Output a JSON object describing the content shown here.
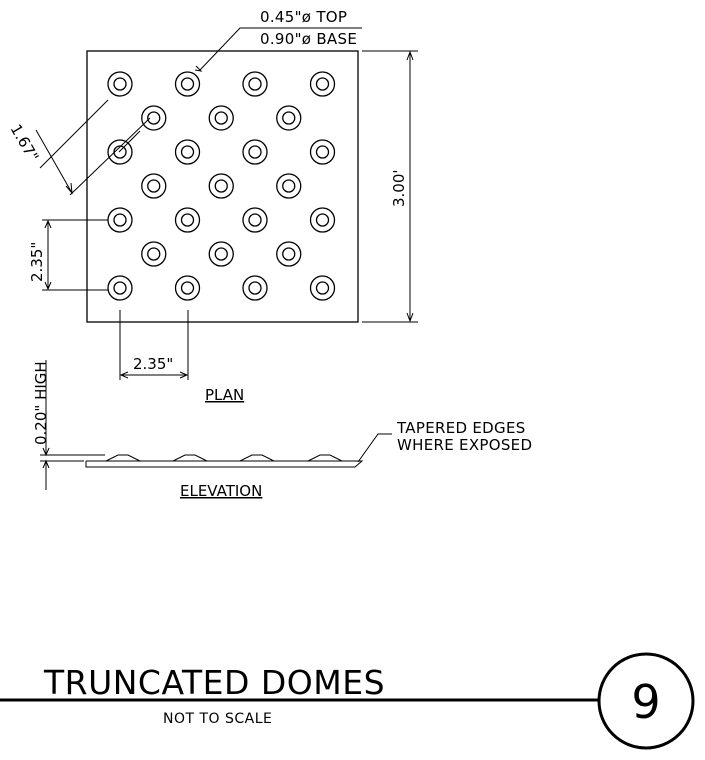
{
  "notes": {
    "dome_top": "0.45\"ø TOP",
    "dome_base": "0.90\"ø BASE",
    "tapered_1": "TAPERED EDGES",
    "tapered_2": "WHERE EXPOSED"
  },
  "dimensions": {
    "diagonal_spacing": "1.67\"",
    "row_spacing": "2.35\"",
    "column_spacing": "2.35\"",
    "panel_size": "3.00'",
    "dome_height": "0.20\" HIGH"
  },
  "labels": {
    "plan": "PLAN",
    "elevation": "ELEVATION"
  },
  "title_block": {
    "title": "TRUNCATED DOMES",
    "subtitle": "NOT TO SCALE",
    "detail_number": "9"
  }
}
